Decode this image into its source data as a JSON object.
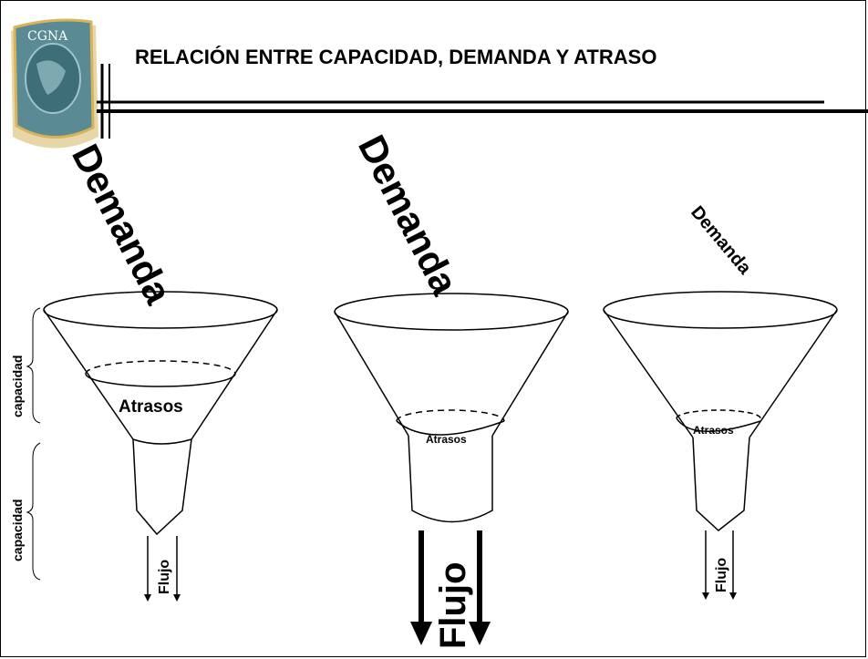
{
  "slide": {
    "title": "RELACIÓN ENTRE CAPACIDAD, DEMANDA Y ATRASO",
    "logo_text": "CGNA"
  },
  "funnels": [
    {
      "demand_label": "Demanda",
      "backlog_label": "Atrasos",
      "flow_label": "Flujo"
    },
    {
      "demand_label": "Demanda",
      "backlog_label": "Atrasos",
      "flow_label": "Flujo"
    },
    {
      "demand_label": "Demanda",
      "backlog_label": "Atrasos",
      "flow_label": "Flujo"
    }
  ],
  "side_labels": {
    "capacity_upper": "capacidad",
    "capacity_lower": "capacidad"
  },
  "colors": {
    "line": "#000000",
    "logo_fill": "#5a8a93",
    "logo_dark": "#2e5d66",
    "logo_border": "#d9b35a"
  }
}
